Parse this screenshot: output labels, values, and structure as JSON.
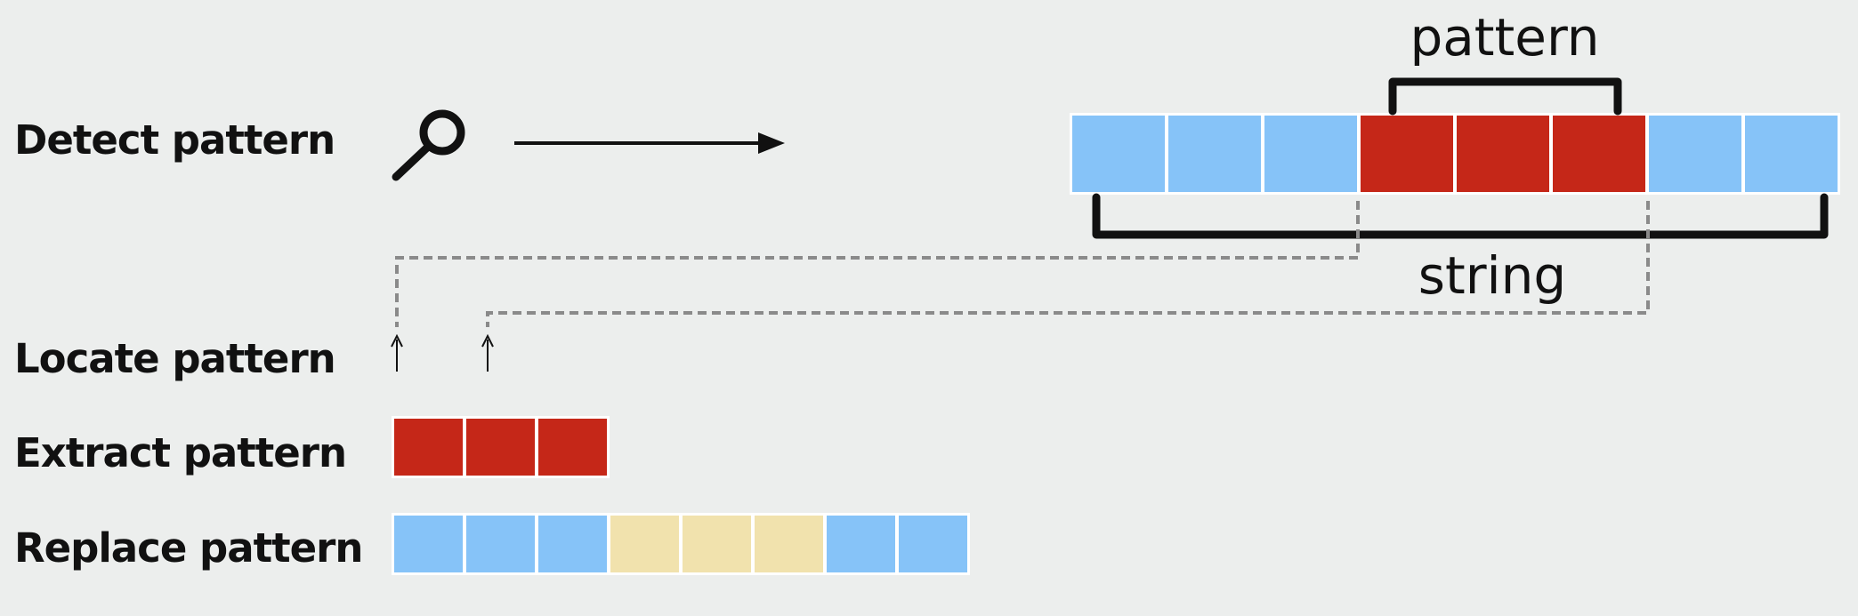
{
  "steps": [
    {
      "id": "detect",
      "label": "Detect pattern"
    },
    {
      "id": "locate",
      "label": "Locate pattern"
    },
    {
      "id": "extract",
      "label": "Extract pattern"
    },
    {
      "id": "replace",
      "label": "Replace pattern"
    }
  ],
  "labels": {
    "pattern": "pattern",
    "string": "string"
  },
  "icons": {
    "detect": "magnifier-icon",
    "flow": "arrow-right-icon",
    "locate_start": "arrow-up-icon",
    "locate_end": "arrow-up-icon"
  },
  "colors": {
    "background": "#eceeed",
    "string_cell": "#86c3f8",
    "pattern_cell": "#c52718",
    "replacement_cell": "#f1e2ad",
    "ink": "#111111",
    "dashed_line": "#8a8a8a"
  },
  "sequences": {
    "string": [
      "blue",
      "blue",
      "blue",
      "red",
      "red",
      "red",
      "blue",
      "blue"
    ],
    "extracted": [
      "red",
      "red",
      "red"
    ],
    "replaced": [
      "blue",
      "blue",
      "blue",
      "beige",
      "beige",
      "beige",
      "blue",
      "blue"
    ]
  }
}
